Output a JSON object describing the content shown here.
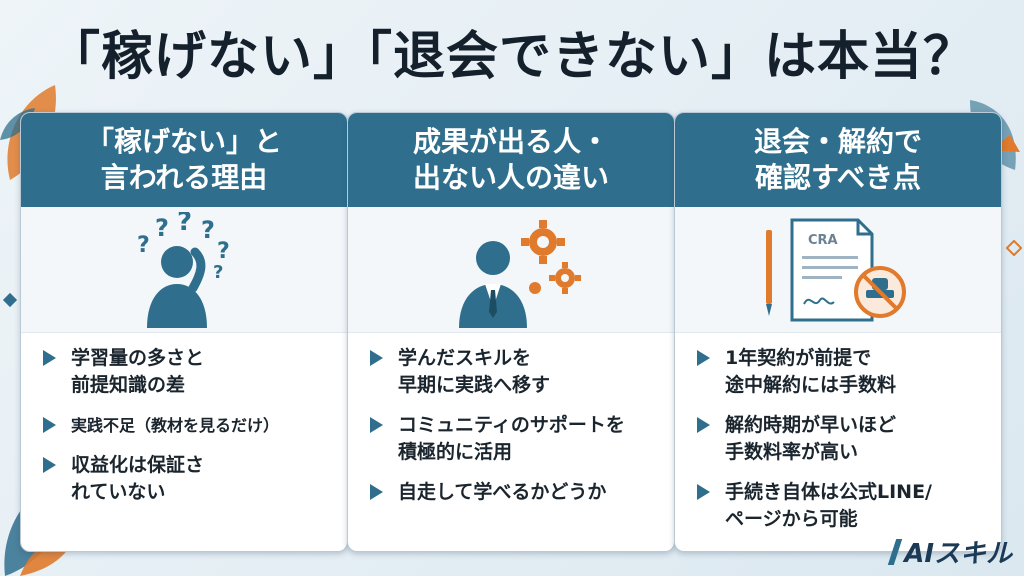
{
  "title": "「稼げない」「退会できない」は本当？",
  "brand": "AIスキル",
  "colors": {
    "header": "#2f6f8d",
    "accent": "#e07a2c",
    "text": "#1b252e"
  },
  "cards": [
    {
      "heading": [
        "「稼げない」と",
        "言われる理由"
      ],
      "illustration": "confused-person-icon",
      "items": [
        [
          "学習量の多さと",
          "前提知識の差"
        ],
        [
          "実践不足（教材を見るだけ）"
        ],
        [
          "収益化は保証さ",
          "れていない"
        ]
      ]
    },
    {
      "heading": [
        "成果が出る人・",
        "出ない人の違い"
      ],
      "illustration": "businessman-gears-icon",
      "items": [
        [
          "学んだスキルを",
          "早期に実践へ移す"
        ],
        [
          "コミュニティのサポートを",
          "積極的に活用"
        ],
        [
          "自走して学べるかどうか"
        ]
      ]
    },
    {
      "heading": [
        "退会・解約で",
        "確認すべき点"
      ],
      "illustration": "contract-stamp-icon",
      "contract_label": "CRA",
      "items": [
        [
          "1年契約が前提で",
          "途中解約には手数料"
        ],
        [
          "解約時期が早いほど",
          "手数料率が高い"
        ],
        [
          "手続き自体は公式LINE/",
          "ページから可能"
        ]
      ]
    }
  ]
}
